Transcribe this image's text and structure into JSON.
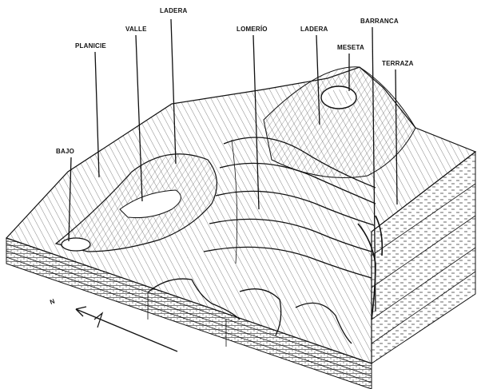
{
  "diagram": {
    "labels": {
      "ladera_left": "LADERA",
      "valle": "VALLE",
      "planicie": "PLANICIE",
      "lomerio": "LOMERÍO",
      "ladera_right": "LADERA",
      "barranca": "BARRANCA",
      "meseta": "MESETA",
      "terraza": "TERRAZA",
      "bajo": "BAJO"
    },
    "north_marker": "N"
  },
  "colors": {
    "ink": "#111111",
    "paper": "#ffffff"
  }
}
